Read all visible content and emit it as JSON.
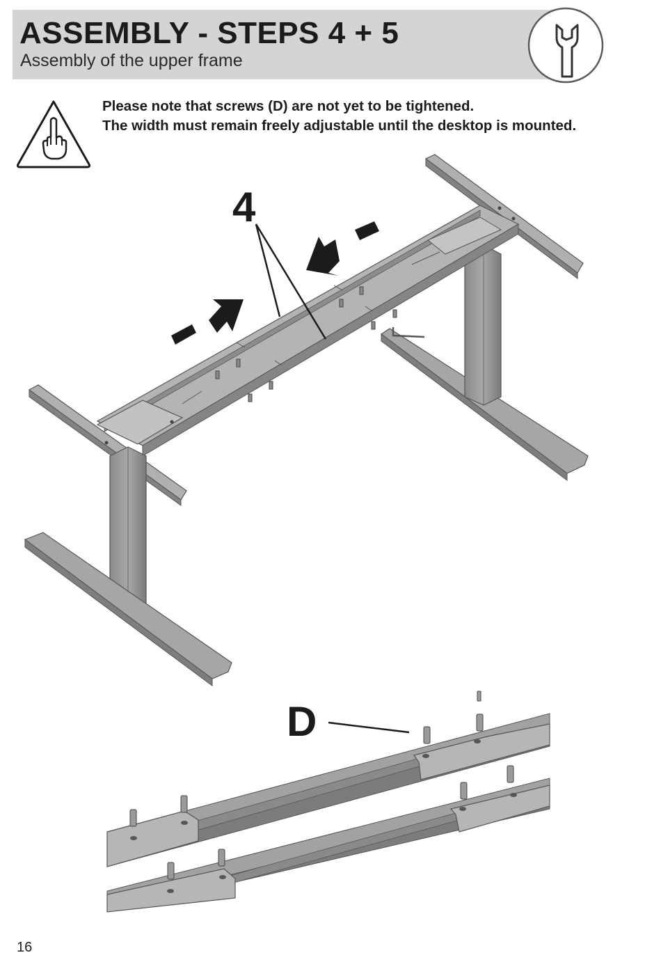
{
  "header": {
    "title": "ASSEMBLY - STEPS 4 + 5",
    "subtitle": "Assembly of the upper frame",
    "icon": "wrench-icon"
  },
  "notice": {
    "icon": "hand-warning-icon",
    "line1": "Please note that screws (D) are not yet to be tightened.",
    "line2": "The width must remain freely adjustable until the desktop is mounted."
  },
  "figure": {
    "step_label": "4",
    "part_label": "D"
  },
  "footer": {
    "page_number": "16"
  },
  "colors": {
    "header_band": "#d4d4d4",
    "frame_gray": "#9a9a9a",
    "frame_dark": "#6e6e6e",
    "frame_light": "#b8b8b8",
    "text": "#1b1b1b"
  }
}
